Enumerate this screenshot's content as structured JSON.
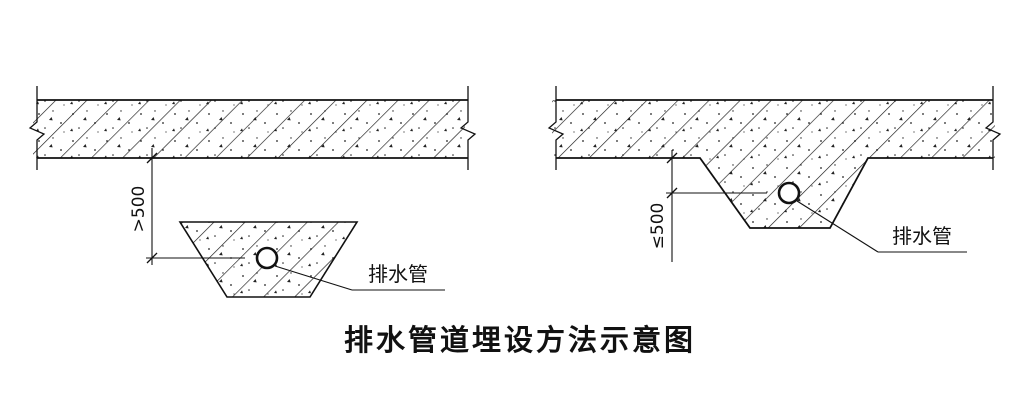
{
  "diagram": {
    "title": "排水管道埋设方法示意图",
    "left_detail": {
      "pipe_label": "排水管",
      "dimension_label": ">500"
    },
    "right_detail": {
      "pipe_label": "排水管",
      "dimension_label": "≤500"
    }
  }
}
